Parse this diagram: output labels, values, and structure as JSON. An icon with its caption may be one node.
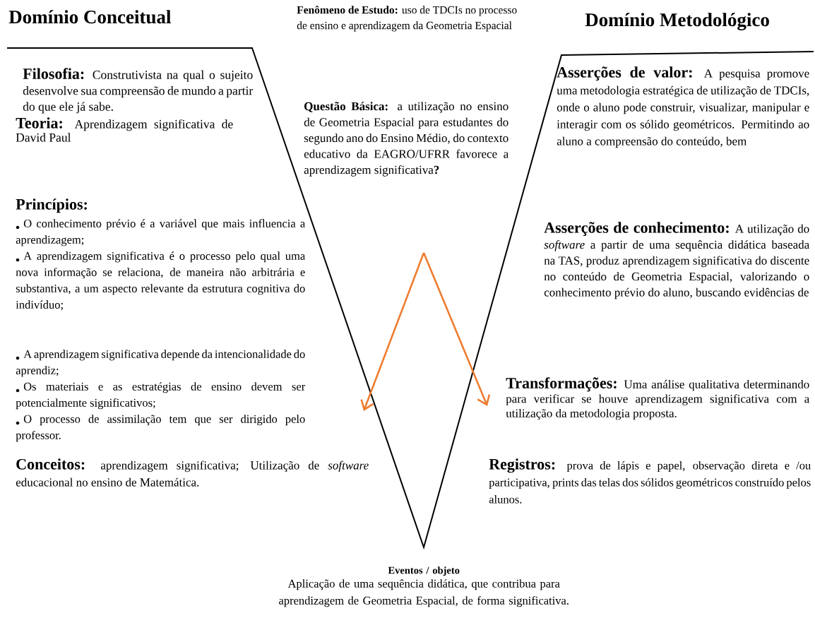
{
  "diagram": {
    "labels": [
      "Domínio Conceitual",
      "Fenômeno de Estudo:",
      "uso de TDCIs no processo de ensino e aprendizagem da Geometria Espacial",
      "Domínio Metodológico",
      "Filosofia:",
      "Construtivista na qual o sujeito desenvolve sua compreensão de mundo a partir do que ele já sabe.",
      "Questão Básica:",
      "a utilização no ensino de Geometria Espacial para estudantes do segundo ano do Ensino Médio, do contexto educativo da EAGRO/UFRR favorece a aprendizagem significativa**?**",
      "Asserções de valor:",
      "A pesquisa promove uma metodologia estratégica de utilização de TDCIs, onde o aluno pode construir, visualizar, manipular e interagir com os sólido geométricos. Permitindo ao aluno a compreensão do conteúdo, bem",
      "Teoria:",
      "Aprendizagem significativa de David Paul",
      "Princípios:",
      "O conhecimento prévio é a variável que mais influencia a aprendizagem;",
      "A aprendizagem significativa é o processo pelo qual uma nova informação se relaciona, de maneira não arbitrária e substantiva, a um aspecto relevante da estrutura cognitiva do indivíduo;",
      "A aprendizagem significativa depende da intencionalidade do aprendiz;",
      "Os materiais e as estratégias de ensino devem ser potencialmente significativos;",
      "O processo de assimilação tem que ser dirigido pelo professor.",
      "Asserções de conhecimento:",
      "A utilização do *software* a partir de uma sequência didática baseada na TAS, produz aprendizagem significativa do discente no conteúdo de Geometria Espacial, valorizando o conhecimento prévio do aluno, buscando evidências de",
      "Transformações:",
      "Uma análise qualitativa determinando para verificar se houve aprendizagem significativa com a utilização da metodologia proposta.",
      "Conceitos:",
      "aprendizagem significativa; Utilização de *software* educacional no ensino de Matemática.",
      "Registros:",
      "prova de lápis e papel, observação direta e /ou participativa, prints das telas dos sólidos geométricos construído pelos alunos.",
      "Eventos / objeto",
      "Aplicação de uma sequência didática, que contribua para aprendizagem de Geometria Espacial, de forma significativa."
    ]
  }
}
